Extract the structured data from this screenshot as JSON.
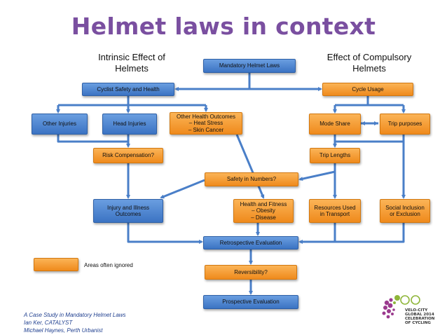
{
  "title": "Helmet laws in context",
  "headings": {
    "intrinsic": "Intrinsic Effect of\nHelmets",
    "compulsory": "Effect of Compulsory\nHelmets"
  },
  "boxes": {
    "mandatory": "Mandatory Helmet Laws",
    "cyclist_safety": "Cyclist  Safety and Health",
    "cycle_usage": "Cycle Usage",
    "other_injuries": "Other Injuries",
    "head_injuries": "Head Injuries",
    "other_health": "Other Health Outcomes\n– Heat Stress\n– Skin Cancer",
    "mode_share": "Mode Share",
    "trip_purposes": "Trip purposes",
    "risk_comp": "Risk Compensation?",
    "trip_lengths": "Trip Lengths",
    "safety_numbers": "Safety in Numbers?",
    "injury_illness": "Injury and Illness\nOutcomes",
    "health_fitness": "Health and Fitness\n– Obesity\n– Disease",
    "resources": "Resources Used\nin Transport",
    "social": "Social Inclusion\nor Exclusion",
    "retrospective": "Retrospective Evaluation",
    "reversibility": "Reversibility?",
    "prospective": "Prospective Evaluation"
  },
  "legend": {
    "label": "Areas often ignored"
  },
  "credits": [
    "A Case Study in Mandatory Helmet Laws",
    "Ian Ker, CATALYST",
    "Michael Haynes, Perth Urbanist"
  ],
  "logo": {
    "line1": "VELO-CITY",
    "line2": "GLOBAL 2014",
    "line3": "CELEBRATION",
    "line4": "OF CYCLING"
  },
  "colors": {
    "title": "#7a4fa0",
    "blue": "#3b73c3",
    "orange": "#ef8a1c",
    "arrow": "#4a7fc8"
  }
}
